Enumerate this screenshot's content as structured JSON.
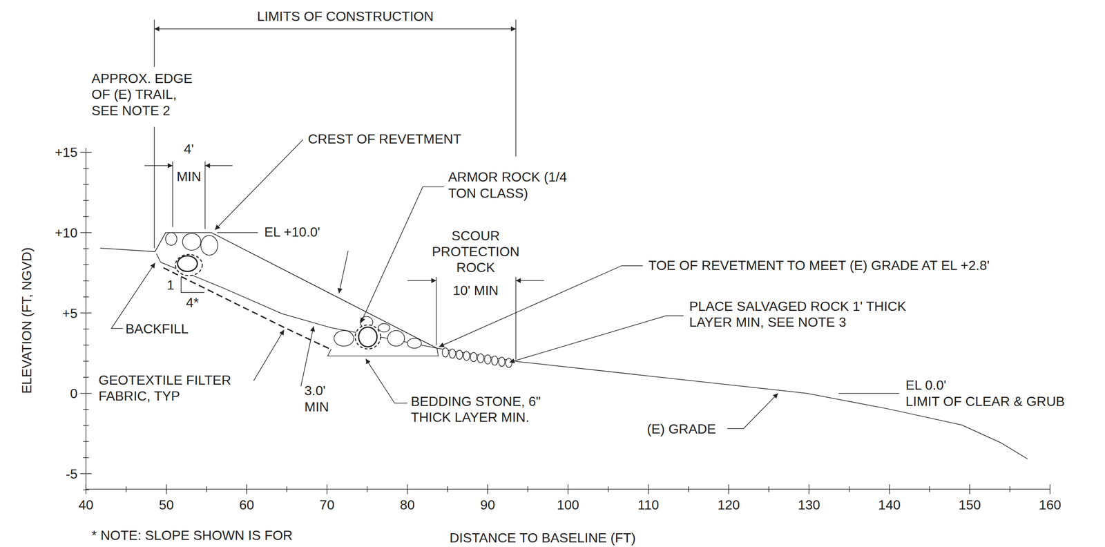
{
  "diagram": {
    "labels": [
      "LIMITS OF CONSTRUCTION",
      "APPROX. EDGE OF (E) TRAIL, SEE NOTE 2",
      "4'",
      "MIN",
      "CREST OF REVETMENT",
      "EL +10.0'",
      "ARMOR ROCK (1/4 TON CLASS)",
      "SCOUR PROTECTION ROCK",
      "10' MIN",
      "TOE OF REVETMENT TO MEET (E) GRADE AT EL +2.8'",
      "PLACE SALVAGED ROCK 1' THICK LAYER MIN, SEE NOTE 3",
      "1",
      "4*",
      "BACKFILL",
      "GEOTEXTILE FILTER FABRIC, TYP",
      "3.0' MIN",
      "BEDDING STONE, 6\" THICK LAYER MIN.",
      "EL 0.0'",
      "LIMIT OF CLEAR & GRUB",
      "(E) GRADE",
      "ELEVATION (FT, NGVD)",
      "DISTANCE TO BASELINE (FT)",
      "* NOTE: SLOPE SHOWN IS FOR",
      "+15",
      "+10",
      "+5",
      "0",
      "-5",
      "40",
      "50",
      "60",
      "70",
      "80",
      "90",
      "100",
      "110",
      "120",
      "130",
      "140",
      "150",
      "160"
    ]
  }
}
